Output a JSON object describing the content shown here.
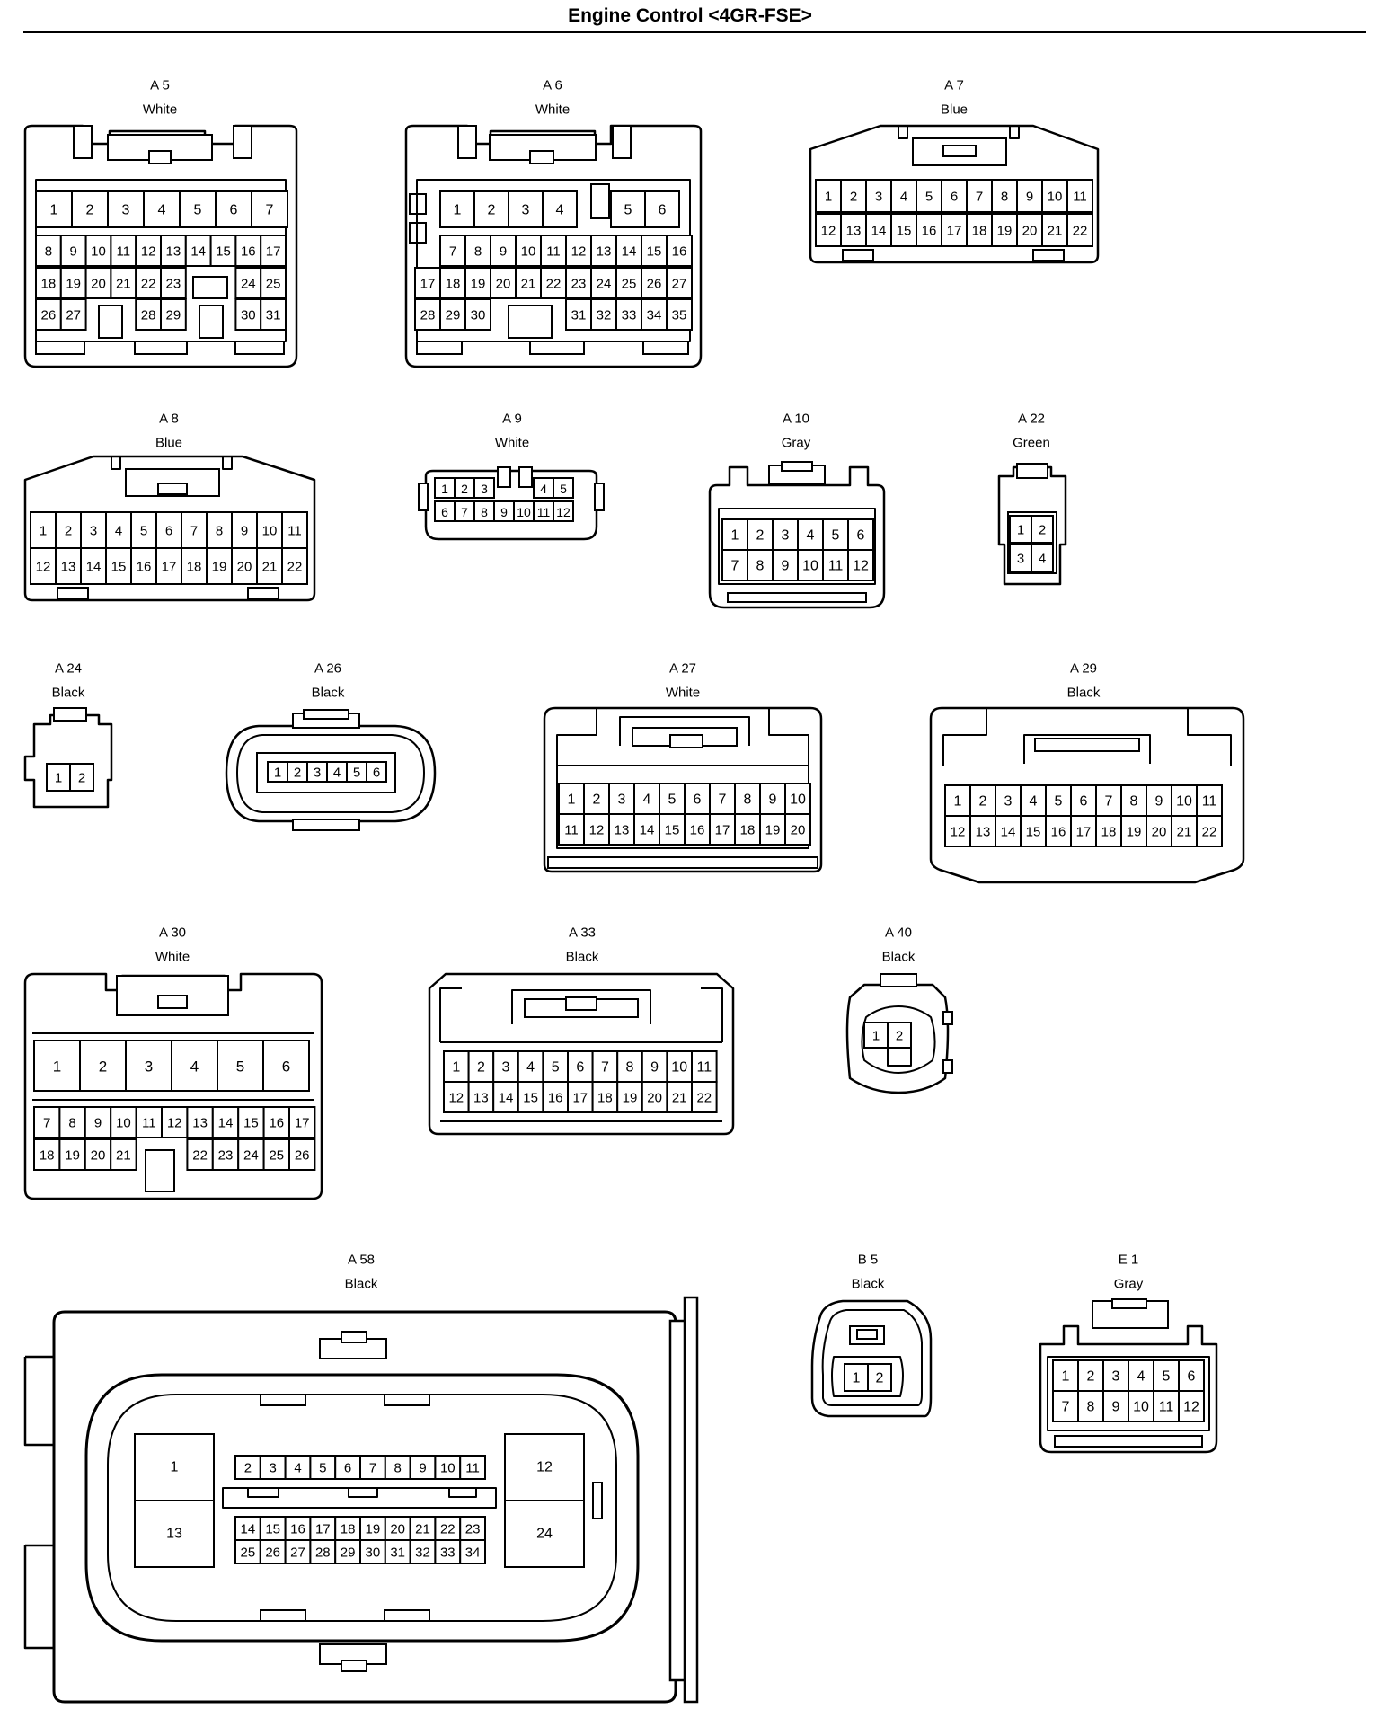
{
  "title": "Engine Control <4GR-FSE>",
  "connectors": [
    {
      "id": "A5",
      "label": "A 5",
      "color": "White"
    },
    {
      "id": "A6",
      "label": "A 6",
      "color": "White"
    },
    {
      "id": "A7",
      "label": "A 7",
      "color": "Blue"
    },
    {
      "id": "A8",
      "label": "A 8",
      "color": "Blue"
    },
    {
      "id": "A9",
      "label": "A 9",
      "color": "White"
    },
    {
      "id": "A10",
      "label": "A 10",
      "color": "Gray"
    },
    {
      "id": "A22",
      "label": "A 22",
      "color": "Green"
    },
    {
      "id": "A24",
      "label": "A 24",
      "color": "Black"
    },
    {
      "id": "A26",
      "label": "A 26",
      "color": "Black"
    },
    {
      "id": "A27",
      "label": "A 27",
      "color": "White"
    },
    {
      "id": "A29",
      "label": "A 29",
      "color": "Black"
    },
    {
      "id": "A30",
      "label": "A 30",
      "color": "White"
    },
    {
      "id": "A33",
      "label": "A 33",
      "color": "Black"
    },
    {
      "id": "A40",
      "label": "A 40",
      "color": "Black"
    },
    {
      "id": "A58",
      "label": "A 58",
      "color": "Black"
    },
    {
      "id": "B5",
      "label": "B 5",
      "color": "Black"
    },
    {
      "id": "E1",
      "label": "E 1",
      "color": "Gray"
    }
  ]
}
